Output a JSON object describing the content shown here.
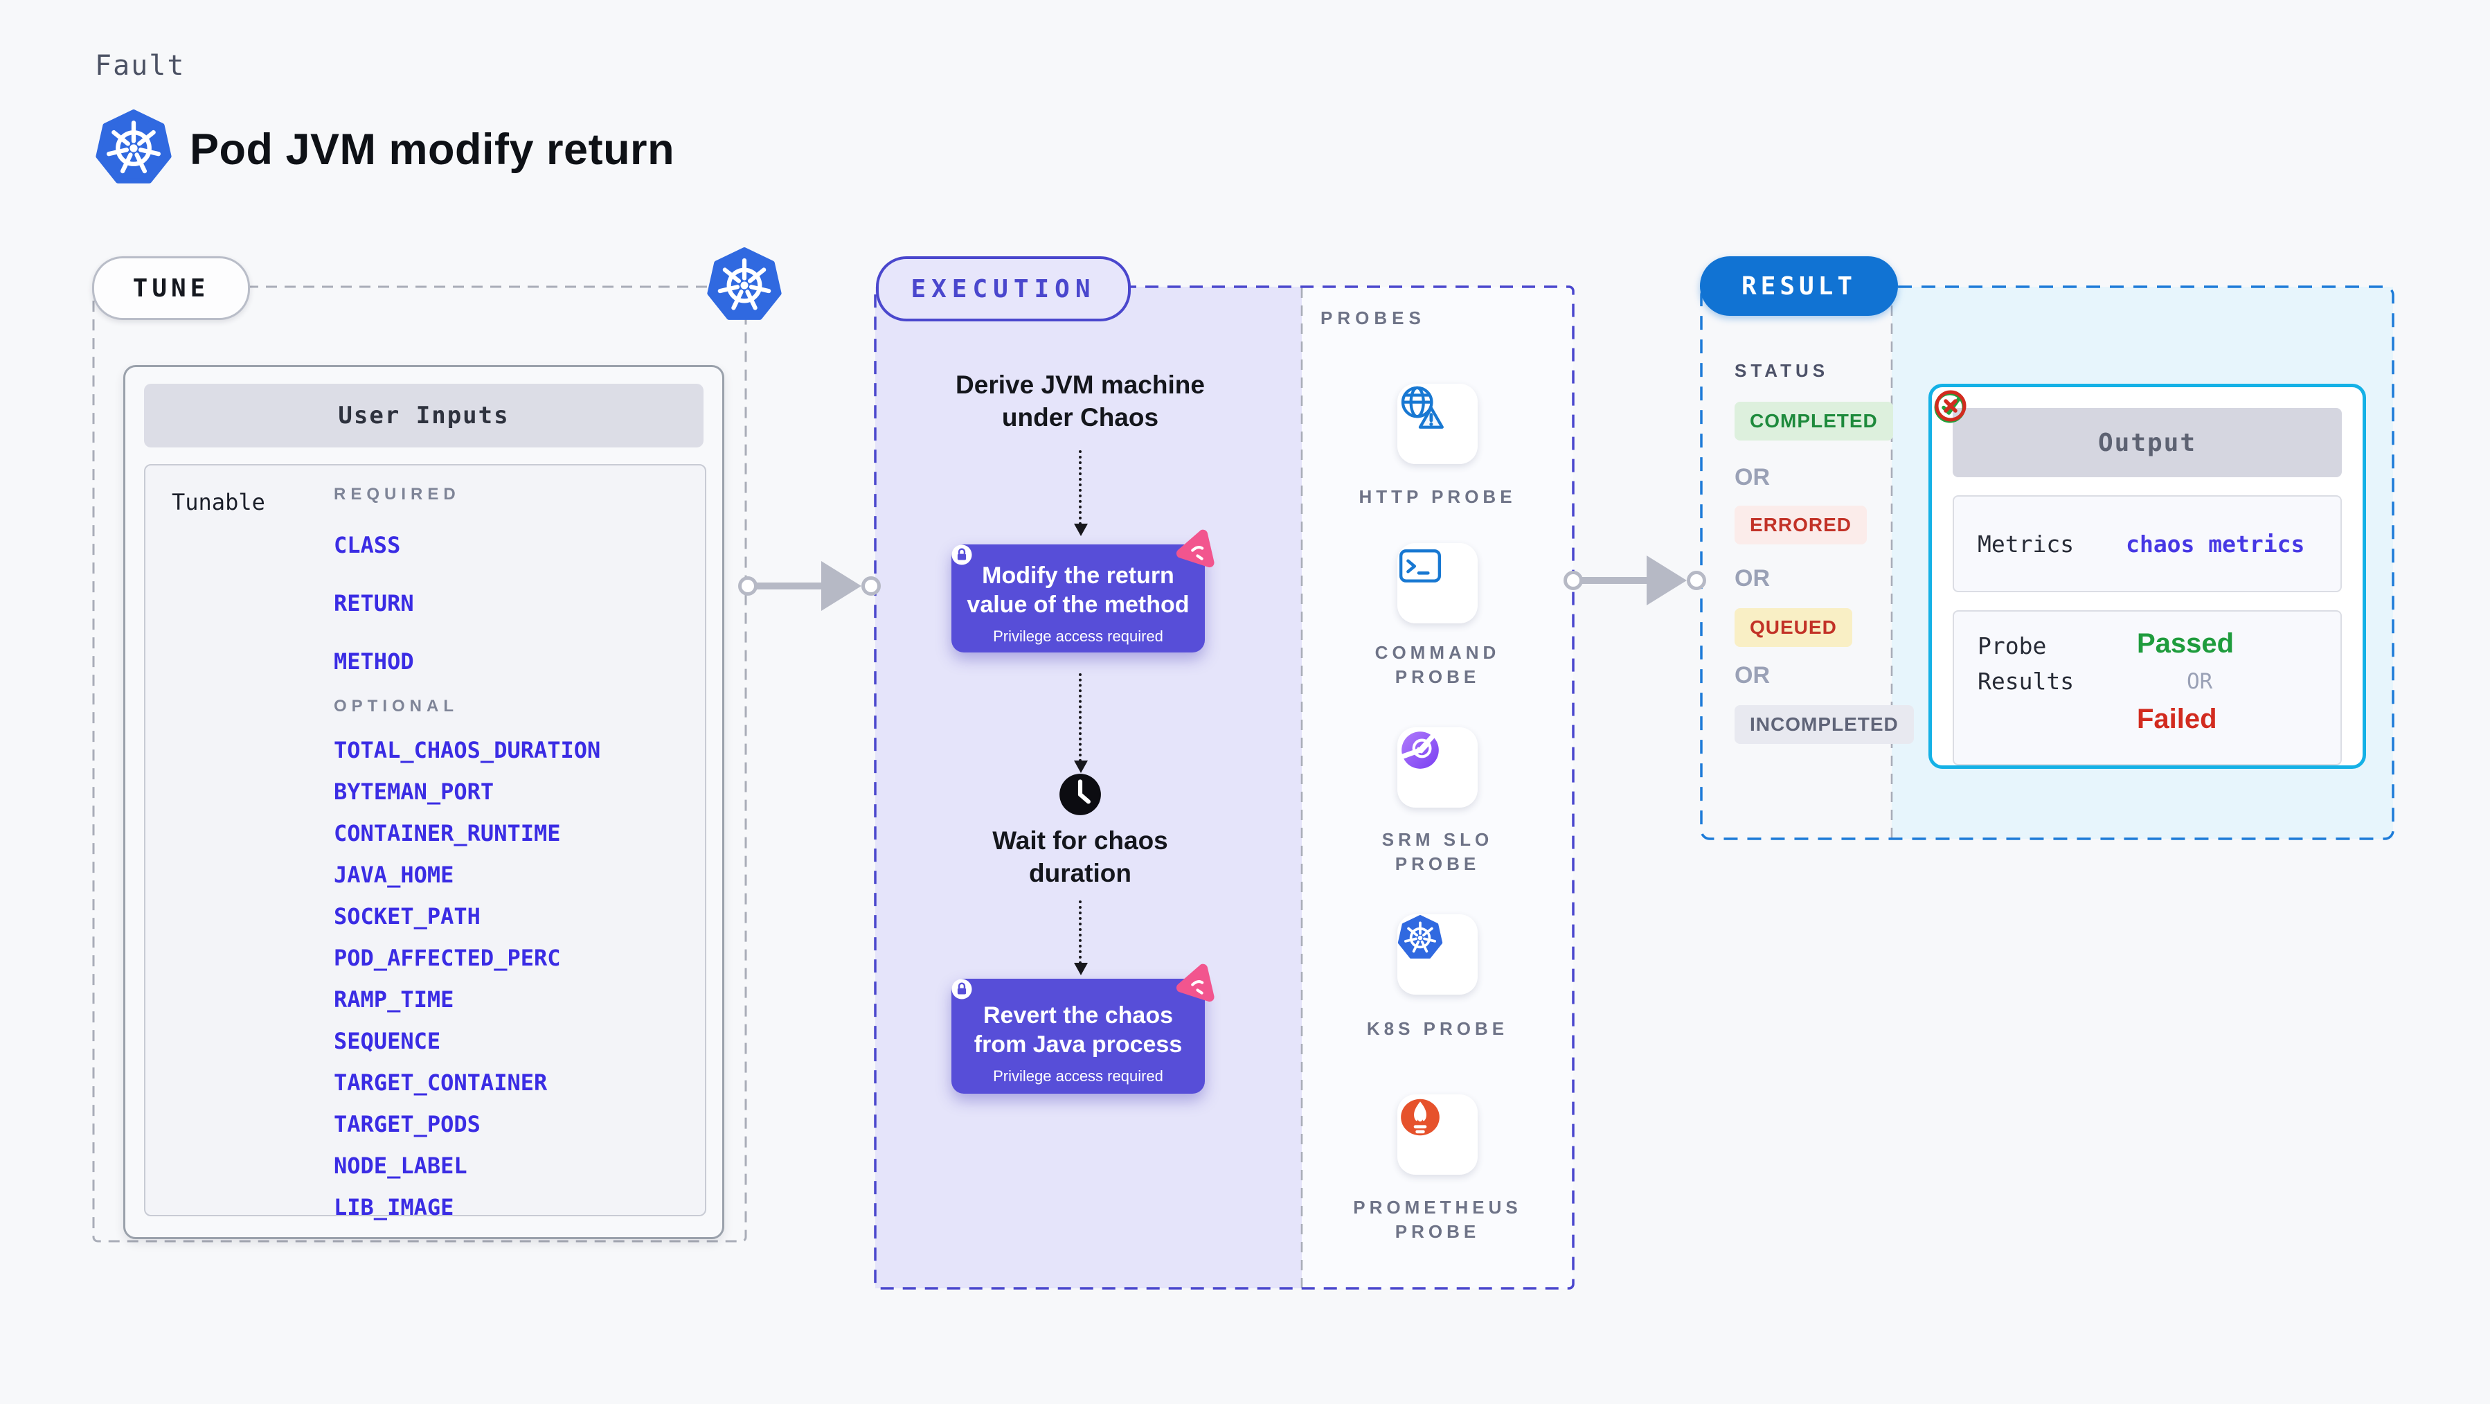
{
  "header": {
    "eyebrow": "Fault",
    "title": "Pod JVM modify return"
  },
  "tune": {
    "badge": "TUNE",
    "card_title": "User Inputs",
    "row_label": "Tunable",
    "required_label": "REQUIRED",
    "optional_label": "OPTIONAL",
    "required_items": [
      "CLASS",
      "RETURN",
      "METHOD"
    ],
    "optional_items": [
      "TOTAL_CHAOS_DURATION",
      "BYTEMAN_PORT",
      "CONTAINER_RUNTIME",
      "JAVA_HOME",
      "SOCKET_PATH",
      "POD_AFFECTED_PERC",
      "RAMP_TIME",
      "SEQUENCE",
      "TARGET_CONTAINER",
      "TARGET_PODS",
      "NODE_LABEL",
      "LIB_IMAGE"
    ]
  },
  "execution": {
    "badge": "EXECUTION",
    "step_derive": "Derive JVM machine under Chaos",
    "step_modify": "Modify the return value of the method",
    "step_wait": "Wait for chaos duration",
    "step_revert": "Revert the chaos from Java process",
    "privilege_note": "Privilege access required"
  },
  "probes": {
    "label": "PROBES",
    "items": [
      {
        "name": "HTTP PROBE",
        "icon": "http-probe-icon"
      },
      {
        "name": "COMMAND PROBE",
        "icon": "command-probe-icon"
      },
      {
        "name": "SRM SLO PROBE",
        "icon": "srm-slo-probe-icon"
      },
      {
        "name": "K8S PROBE",
        "icon": "k8s-probe-icon"
      },
      {
        "name": "PROMETHEUS PROBE",
        "icon": "prometheus-probe-icon"
      }
    ]
  },
  "result": {
    "badge": "RESULT",
    "status_label": "STATUS",
    "or_label": "OR",
    "statuses": [
      {
        "label": "COMPLETED",
        "text_color": "#1e8a3c",
        "bg_color": "#ddf0dd"
      },
      {
        "label": "ERRORED",
        "text_color": "#c23227",
        "bg_color": "#fbecea"
      },
      {
        "label": "QUEUED",
        "text_color": "#c23227",
        "bg_color": "#f9efc5"
      },
      {
        "label": "INCOMPLETED",
        "text_color": "#5f6478",
        "bg_color": "#e8e9f0"
      }
    ],
    "output": {
      "title": "Output",
      "metrics_label": "Metrics",
      "metrics_value": "chaos metrics",
      "probe_results_label": "Probe Results",
      "passed_label": "Passed",
      "failed_label": "Failed",
      "or_label": "OR"
    }
  },
  "colors": {
    "page_bg": "#f7f8fa",
    "tune_dash": "#a9adb8",
    "execution_accent": "#4a47cd",
    "execution_bg": "#e5e4fa",
    "action_box": "#574ed8",
    "chaos_pink": "#f2558e",
    "param_blue": "#3a2ce4",
    "result_pill": "#1173d3",
    "result_dash": "#1d7bd8",
    "output_border": "#14b1e6",
    "output_panel_bg": "#e7f5fc",
    "passed_green": "#1f9c3d",
    "failed_red": "#d22b1f",
    "kubernetes_blue": "#3069e0",
    "probe_icon_blue": "#1878d2",
    "prometheus_orange": "#e6522c",
    "connector_gray": "#b6b9c5"
  }
}
